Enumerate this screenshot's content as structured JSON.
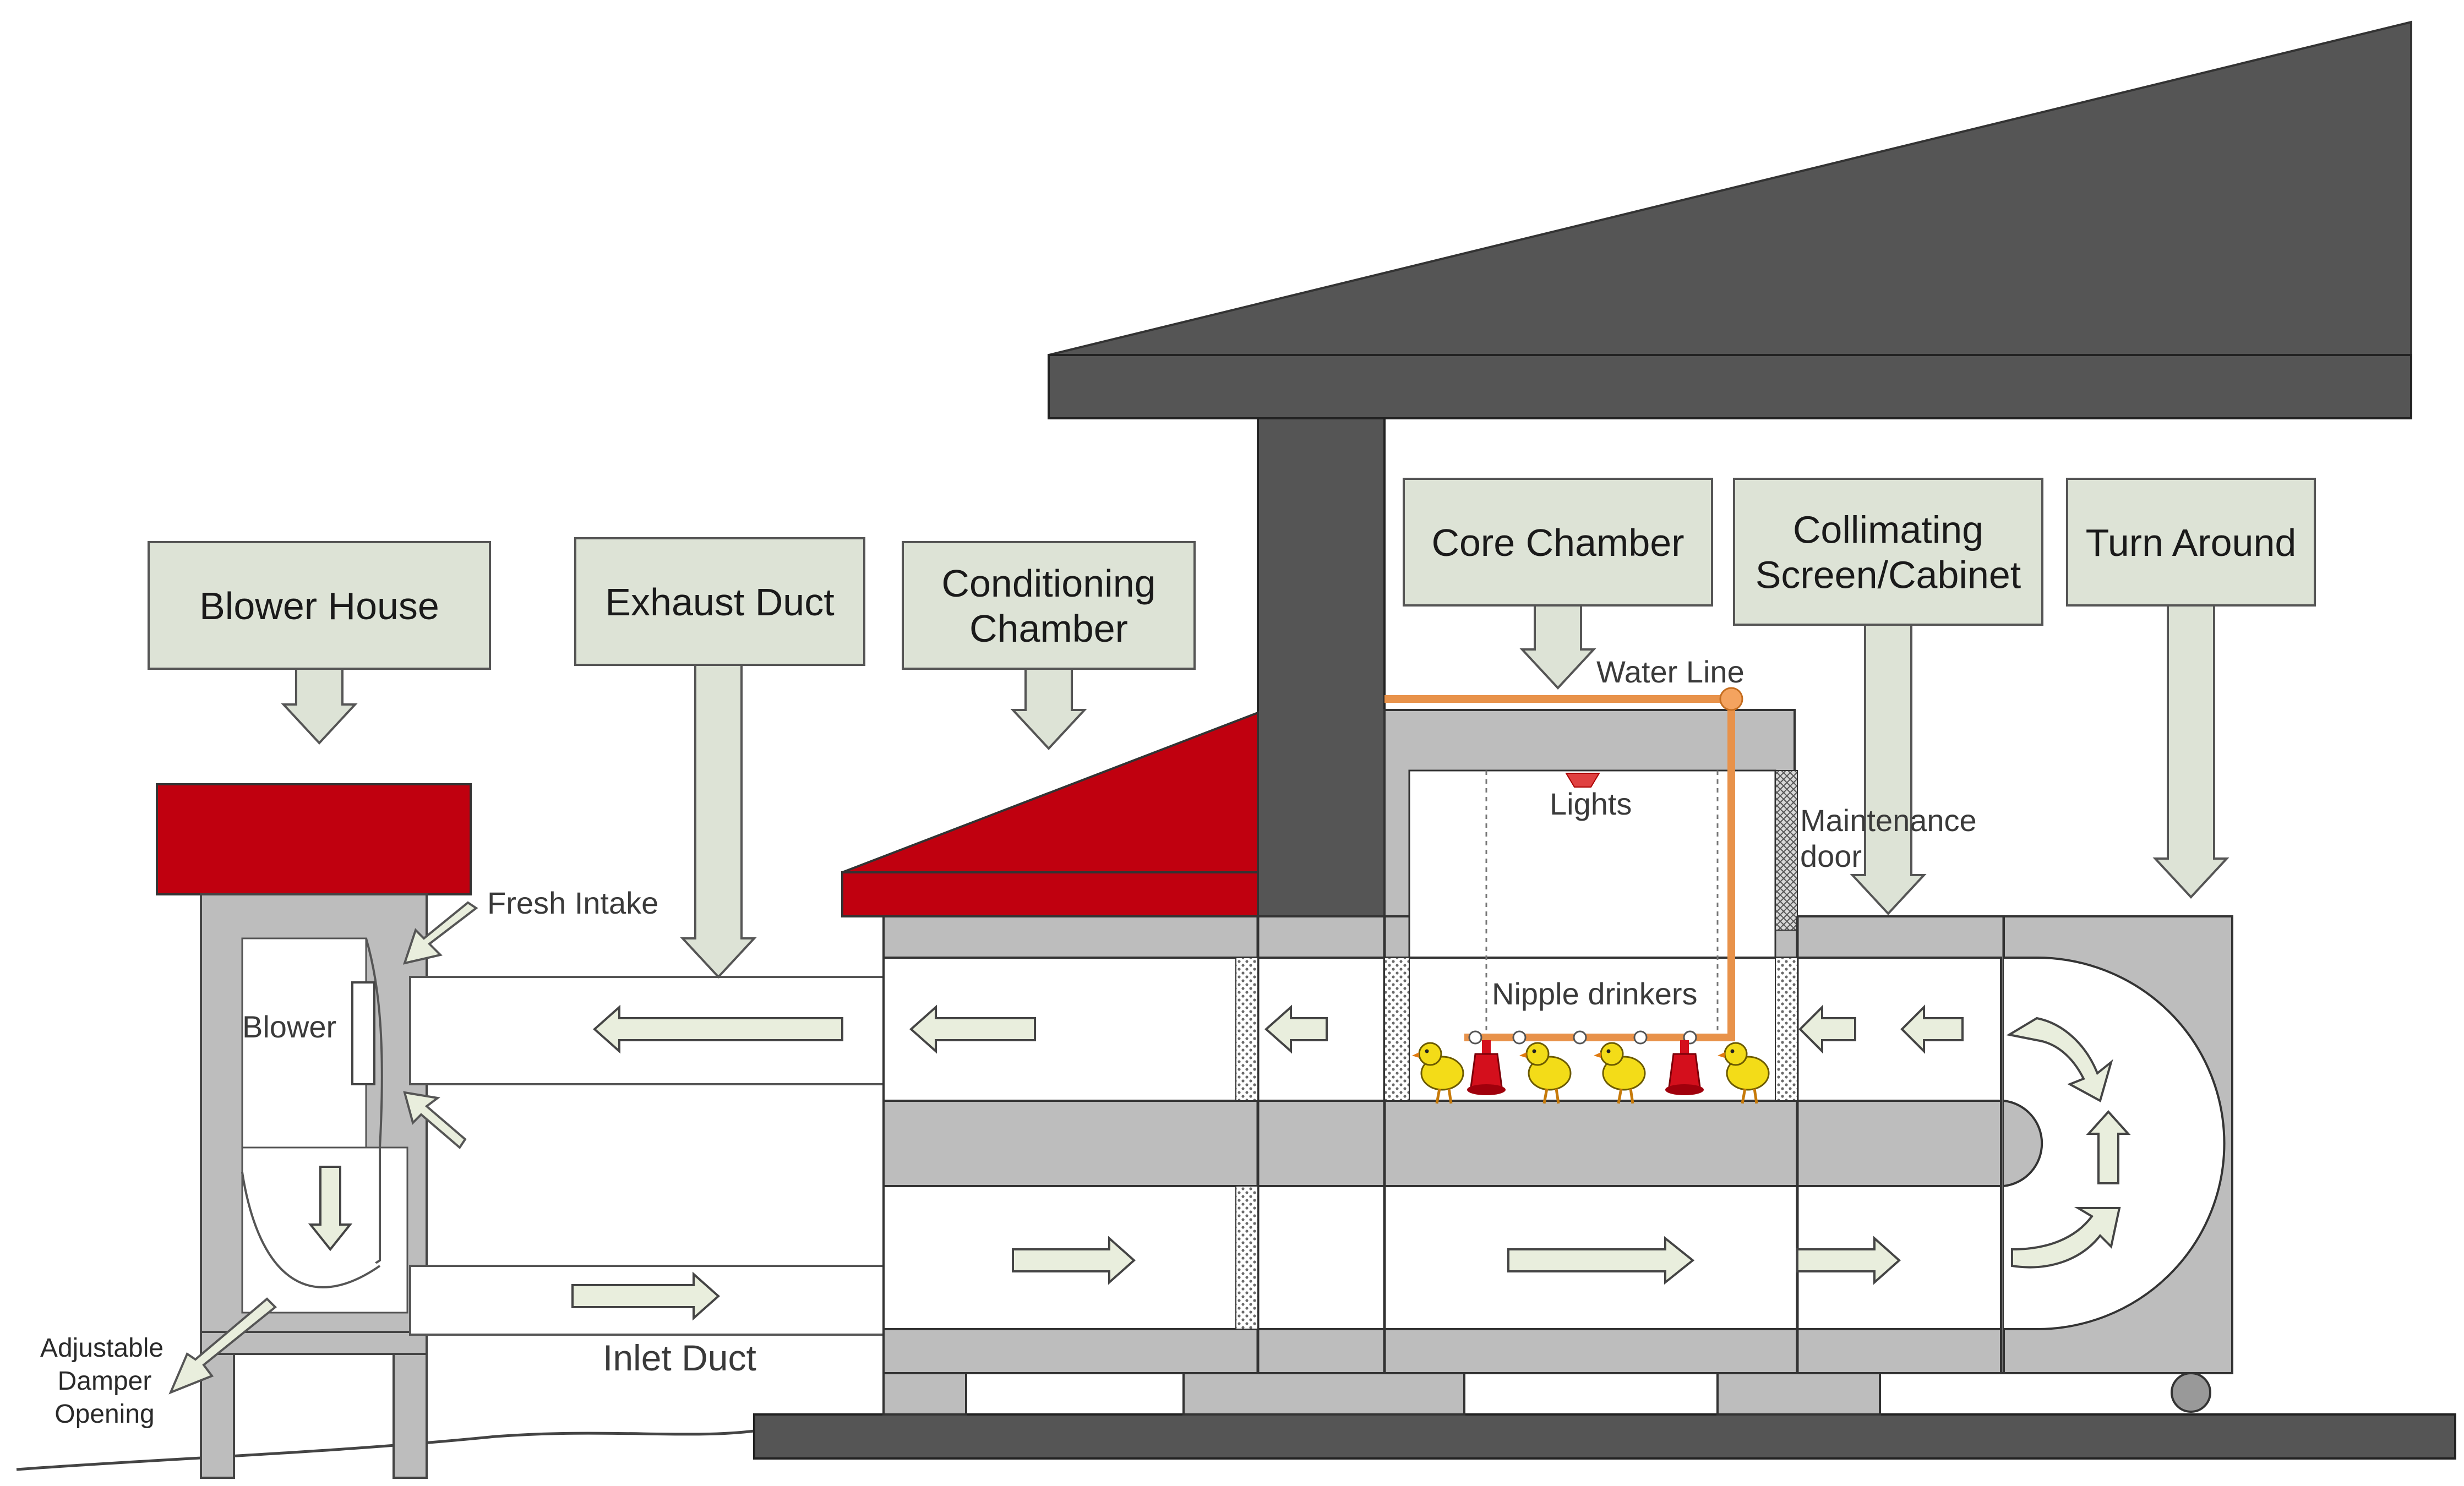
{
  "callouts": {
    "blower_house": [
      "Blower House"
    ],
    "exhaust_duct": [
      "Exhaust Duct"
    ],
    "conditioning_chamber": [
      "Conditioning",
      "Chamber"
    ],
    "core_chamber": [
      "Core Chamber"
    ],
    "collimating": [
      "Collimating",
      "Screen/Cabinet"
    ],
    "turn_around": [
      "Turn Around"
    ]
  },
  "labels": {
    "fresh_intake": "Fresh Intake",
    "blower": "Blower",
    "water_line": "Water Line",
    "lights": "Lights",
    "maintenance_door": [
      "Maintenance",
      "door"
    ],
    "nipple_drinkers": "Nipple drinkers",
    "inlet_duct": "Inlet Duct",
    "adjustable_damper": [
      "Adjustable",
      "Damper",
      "Opening"
    ]
  },
  "colors": {
    "roof_dark": "#555555",
    "red_roof": "#c0000f",
    "gray_body": "#bdbdbd",
    "callout_fill": "#dde3d6",
    "arrow_fill": "#e9eedd",
    "water_line": "#e8924a",
    "chick": "#f3dc18",
    "drinker": "#d40f1c"
  }
}
